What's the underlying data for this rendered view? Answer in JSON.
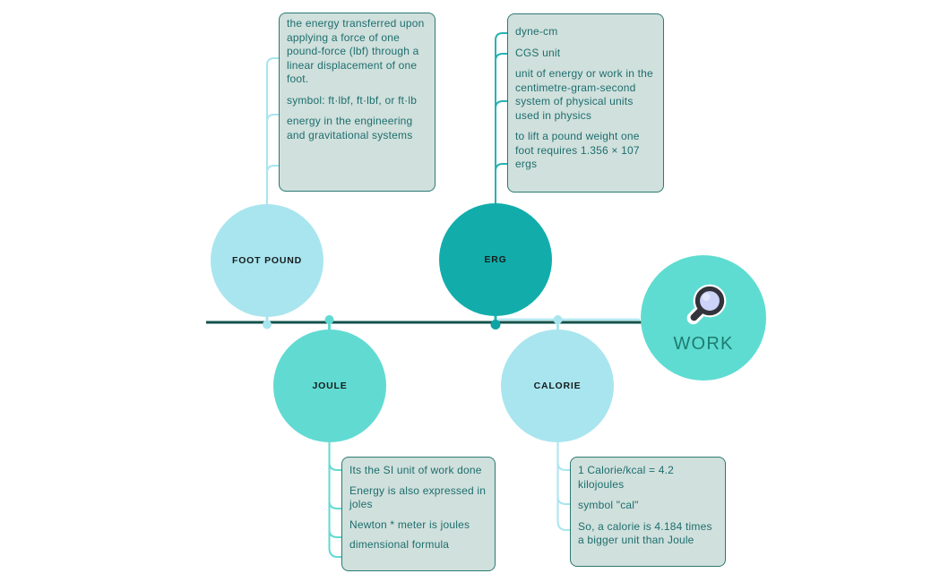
{
  "center": {
    "label": "WORK",
    "icon": "magnifying-glass-icon"
  },
  "nodes": {
    "foot_pound": {
      "label": "FOOT POUND",
      "details": [
        "the energy transferred upon applying a force of one pound-force (lbf) through a linear displacement of one foot.",
        "symbol: ft·lbf, ft·lbf, or ft·lb",
        "energy in the engineering and gravitational systems"
      ]
    },
    "erg": {
      "label": "ERG",
      "details": [
        "dyne-cm",
        "CGS unit",
        "unit of energy or work in the centimetre-gram-second system of physical units used in physics",
        "to lift a pound weight one foot requires 1.356 × 107 ergs"
      ]
    },
    "joule": {
      "label": "JOULE",
      "details": [
        "Its the SI unit of work done",
        "Energy is also expressed in joles",
        "Newton * meter is joules",
        "dimensional formula"
      ]
    },
    "calorie": {
      "label": "CALORIE",
      "details": [
        "1 Calorie/kcal = 4.2 kilojoules",
        "symbol \"cal\"",
        "So, a calorie is 4.184 times a bigger unit than Joule"
      ]
    }
  },
  "palette": {
    "light-cyan": "#a9e5ef",
    "teal": "#12adab",
    "turquoise": "#61dad2",
    "work-fill": "#5edcd2",
    "box-fill": "#d0e0dc",
    "box-border": "#2b7a72",
    "box-text": "#1d6e6e",
    "line-dark": "#12524b",
    "line-light": "#b5e9f2",
    "erg-connector": "#29b1b1",
    "erg-dot": "#0fa3a3",
    "work-text": "#1e7c6f"
  }
}
